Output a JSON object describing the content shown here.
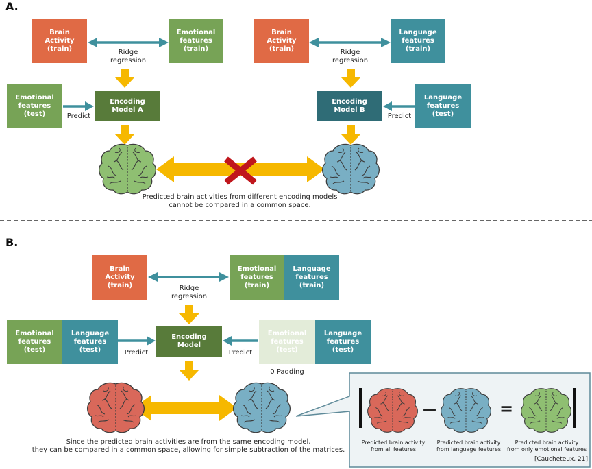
{
  "sectionA": {
    "label": "A.",
    "left": {
      "brain_train": "Brain\nActivity\n(train)",
      "emo_train": "Emotional\nfeatures\n(train)",
      "ridge": "Ridge\nregression",
      "emo_test": "Emotional\nfeatures\n(test)",
      "predict": "Predict",
      "model": "Encoding\nModel A"
    },
    "right": {
      "brain_train": "Brain\nActivity\n(train)",
      "lang_train": "Language\nfeatures\n(train)",
      "ridge": "Ridge\nregression",
      "lang_test": "Language\nfeatures\n(test)",
      "predict": "Predict",
      "model": "Encoding\nModel B"
    },
    "caption": "Predicted brain activities from different encoding models\ncannot be compared in a common space."
  },
  "sectionB": {
    "label": "B.",
    "brain_train": "Brain\nActivity\n(train)",
    "emo_train": "Emotional\nfeatures\n(train)",
    "lang_train": "Language\nfeatures\n(train)",
    "ridge": "Ridge\nregression",
    "emo_test": "Emotional\nfeatures\n(test)",
    "lang_test": "Language\nfeatures\n(test)",
    "predict_left": "Predict",
    "model": "Encoding\nModel",
    "predict_right": "Predict",
    "emo_test_pad": "Emotional\nfeatures\n(test)",
    "lang_test_right": "Language\nfeatures\n(test)",
    "padding": "0 Padding",
    "caption": "Since the predicted brain activities are from the same encoding model,\nthey can be compared in a common space, allowing for simple subtraction of the matrices.",
    "callout": {
      "minus": "—",
      "equals": "=",
      "brain1": "Predicted brain activity\nfrom all features",
      "brain2": "Predicted brain activity\nfrom language features",
      "brain3": "Predicted brain activity\nfrom only emotional features",
      "citation": "[Caucheteux, 21]"
    }
  },
  "colors": {
    "orange": "#e06a45",
    "green": "#77a356",
    "dark_green": "#587b3a",
    "teal": "#3f909d",
    "dark_teal": "#2f6c76",
    "arrow_yellow": "#f6b800",
    "arrow_teal": "#3f909d",
    "cross_red": "#c0161c",
    "brain_green": "#8fbf72",
    "brain_blue": "#79afc4",
    "brain_red": "#d9685a"
  }
}
